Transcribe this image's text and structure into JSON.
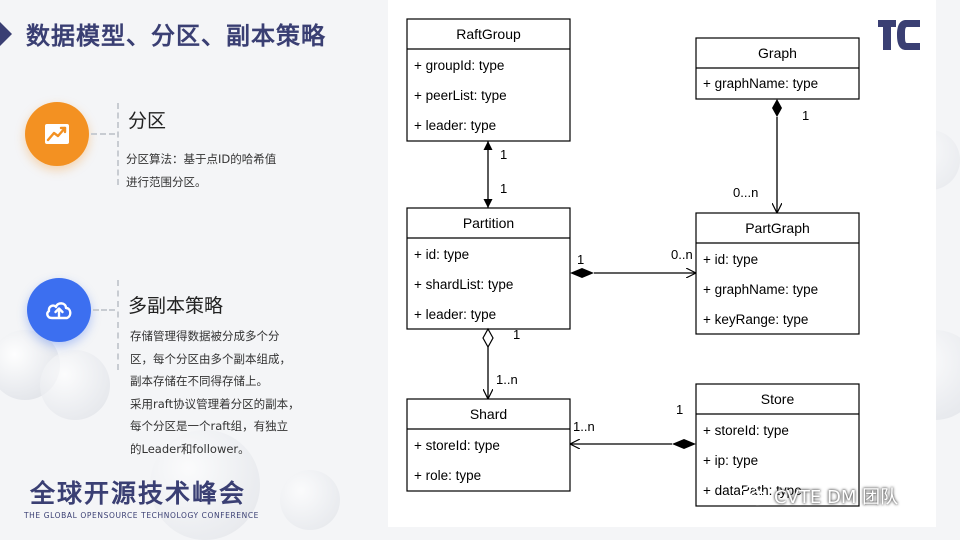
{
  "slide": {
    "title": "数据模型、分区、副本策略"
  },
  "sections": [
    {
      "icon": "chart-icon",
      "heading": "分区",
      "lines": [
        "分区算法：基于点ID的哈希值",
        "进行范围分区。"
      ]
    },
    {
      "icon": "cloud-upload-icon",
      "heading": "多副本策略",
      "lines": [
        "存储管理得数据被分成多个分",
        "区，每个分区由多个副本组成，",
        "副本存储在不同得存储上。",
        "采用raft协议管理着分区的副本，",
        "每个分区是一个raft组，有独立",
        "的Leader和follower。"
      ]
    }
  ],
  "branding": {
    "name": "全球开源技术峰会",
    "subtitle": "THE GLOBAL OPENSOURCE TECHNOLOGY CONFERENCE"
  },
  "logo": {
    "text": "TC"
  },
  "watermark": {
    "text": "CVTE DM 团队"
  },
  "diagram": {
    "classes": {
      "raftgroup": {
        "name": "RaftGroup",
        "attrs": [
          "+ groupId: type",
          "+ peerList: type",
          "+ leader: type"
        ]
      },
      "graph": {
        "name": "Graph",
        "attrs": [
          "+ graphName: type"
        ]
      },
      "partition": {
        "name": "Partition",
        "attrs": [
          "+ id: type",
          "+ shardList: type",
          "+ leader: type"
        ]
      },
      "partgraph": {
        "name": "PartGraph",
        "attrs": [
          "+ id: type",
          "+ graphName: type",
          "+ keyRange: type"
        ]
      },
      "shard": {
        "name": "Shard",
        "attrs": [
          "+ storeId: type",
          "+ role: type"
        ]
      },
      "store": {
        "name": "Store",
        "attrs": [
          "+ storeId: type",
          "+ ip: type",
          "+ dataPath: type"
        ]
      }
    },
    "multiplicities": {
      "raft_partition_top": "1",
      "raft_partition_bottom": "1",
      "graph_partgraph_top": "1",
      "graph_partgraph_bottom": "0...n",
      "partition_partgraph_left": "1",
      "partition_partgraph_right": "0..n",
      "partition_shard_top": "1",
      "partition_shard_bottom": "1..n",
      "store_shard_left": "1..n",
      "store_shard_right": "1"
    }
  }
}
